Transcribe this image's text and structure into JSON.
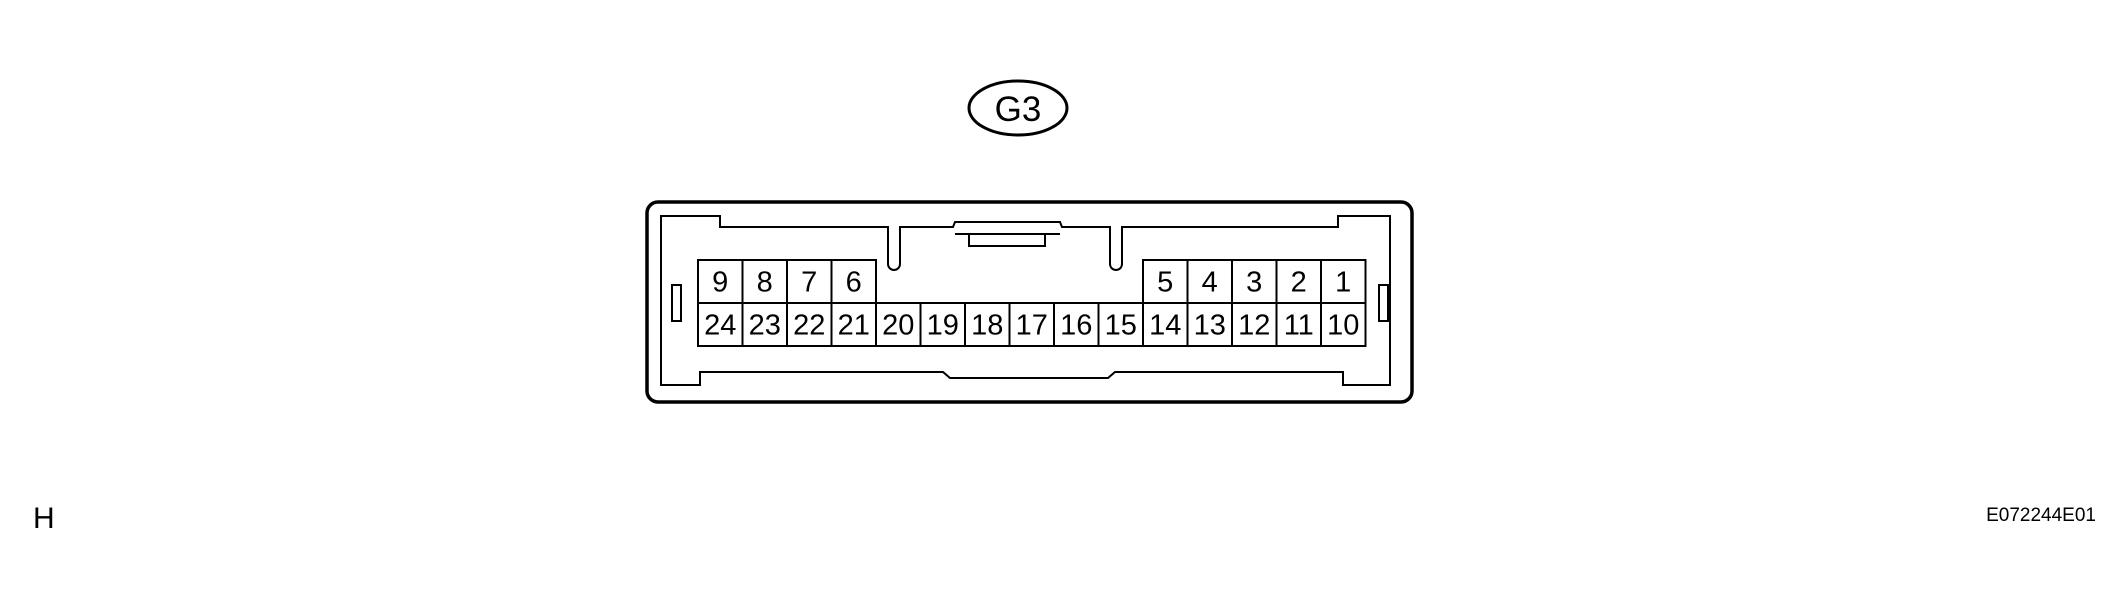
{
  "connector": {
    "code": "G3",
    "top_row_left_pins": [
      "9",
      "8",
      "7",
      "6"
    ],
    "top_row_right_pins": [
      "5",
      "4",
      "3",
      "2",
      "1"
    ],
    "bottom_row_pins": [
      "24",
      "23",
      "22",
      "21",
      "20",
      "19",
      "18",
      "17",
      "16",
      "15",
      "14",
      "13",
      "12",
      "11",
      "10"
    ]
  },
  "page_code": "H",
  "figure_id": "E072244E01"
}
